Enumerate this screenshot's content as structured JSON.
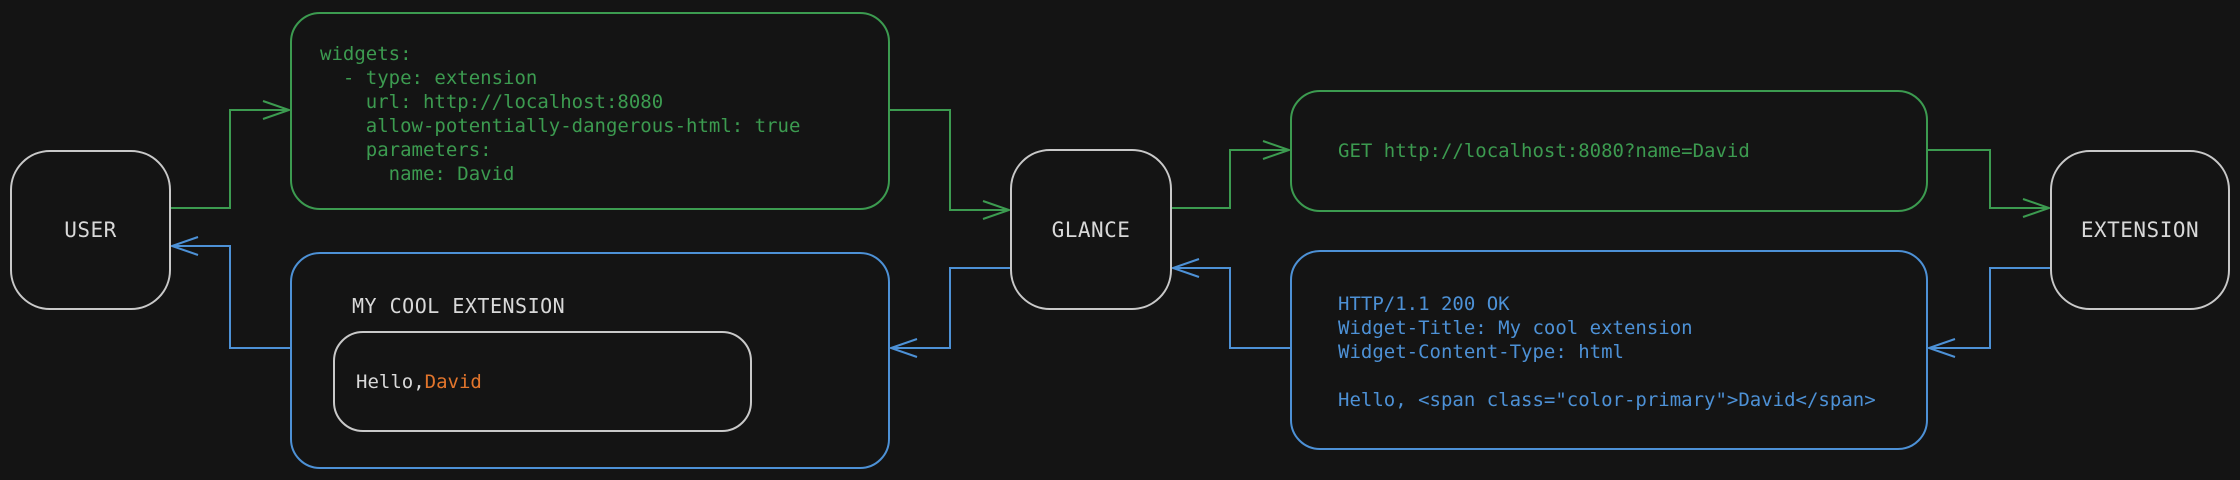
{
  "colors": {
    "background": "#141414",
    "green": "#3c9b50",
    "blue": "#4d91d6",
    "orange": "#e2752c",
    "node_border": "#c9c9c9",
    "text": "#d9d9d9"
  },
  "nodes": {
    "user": {
      "label": "USER"
    },
    "glance": {
      "label": "GLANCE"
    },
    "extension": {
      "label": "EXTENSION"
    }
  },
  "yaml_config": {
    "code": "widgets:\n  - type: extension\n    url: http://localhost:8080\n    allow-potentially-dangerous-html: true\n    parameters:\n      name: David"
  },
  "http_request": {
    "code": "GET http://localhost:8080?name=David"
  },
  "http_response": {
    "code": "HTTP/1.1 200 OK\nWidget-Title: My cool extension\nWidget-Content-Type: html\n\nHello, <span class=\"color-primary\">David</span>"
  },
  "widget_preview": {
    "title": "MY COOL EXTENSION",
    "greeting": "Hello, ",
    "highlighted_name": "David"
  }
}
